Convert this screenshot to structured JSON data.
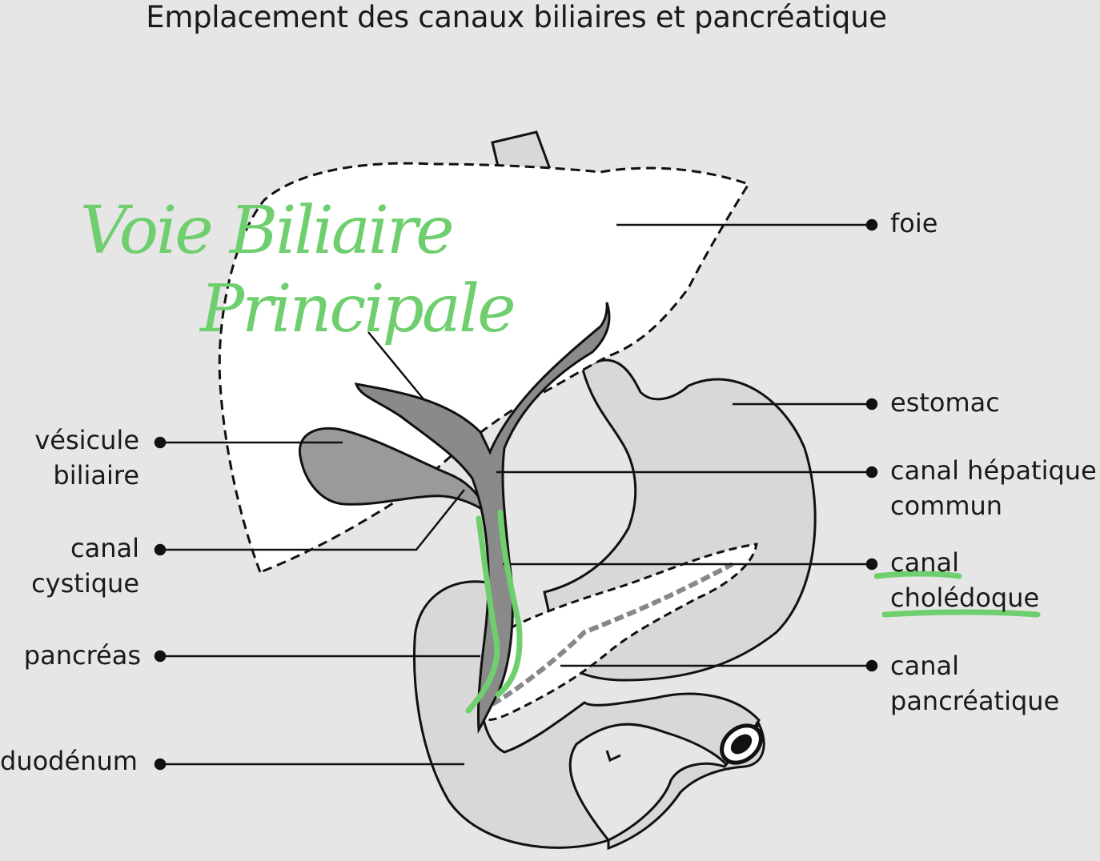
{
  "title": "Emplacement des canaux biliaires et pancréatique",
  "labels": {
    "foie": "foie",
    "estomac": "estomac",
    "canal_hepatique": [
      "canal hépatique",
      "commun"
    ],
    "canal_choledoque": [
      "canal",
      "cholédoque"
    ],
    "canal_pancreatique": [
      "canal",
      "pancréatique"
    ],
    "vesicule": [
      "vésicule",
      "biliaire"
    ],
    "canal_cystique": [
      "canal",
      "cystique"
    ],
    "pancreas": "pancréas",
    "duodenum": "duodénum"
  },
  "annotation": {
    "line1": "Voie Biliaire",
    "line2": "Principale",
    "color": "#6fcf6f"
  },
  "colors": {
    "background": "#e6e6e6",
    "organ_fill": "#d8d8d8",
    "liver_fill": "#ffffff",
    "gallbladder_fill": "#9a9a9a",
    "duct_fill": "#8a8a8a",
    "annotation": "#6fcf6f"
  }
}
